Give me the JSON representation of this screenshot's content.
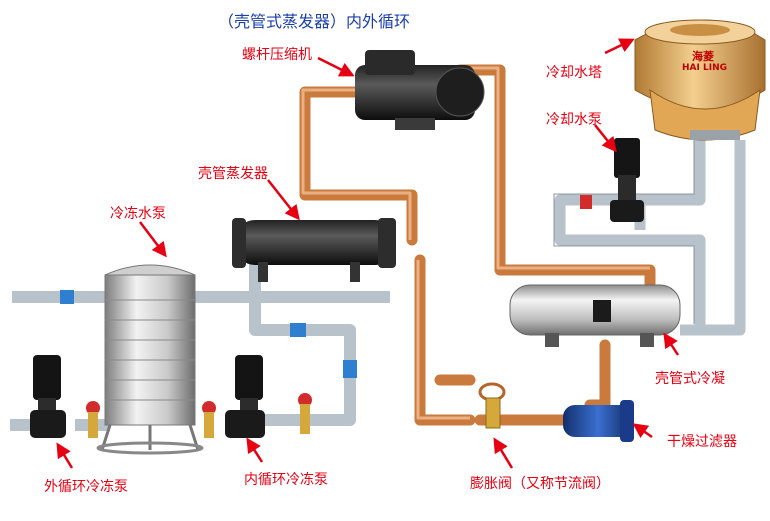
{
  "title": "（壳管式蒸发器）内外循环",
  "labels": {
    "screw_compressor": "螺杆压缩机",
    "cooling_tower": "冷却水塔",
    "cooling_pump": "冷却水泵",
    "shell_evaporator": "壳管蒸发器",
    "chilled_pump": "冷冻水泵",
    "shell_condenser": "壳管式冷凝",
    "dryer_filter": "干燥过滤器",
    "expansion_valve": "膨胀阀（又称节流阀）",
    "outer_pump": "外循环冷冻泵",
    "inner_pump": "内循环冷冻泵"
  },
  "tower_brand": {
    "cn": "海菱",
    "en": "HAI LING"
  },
  "colors": {
    "label": "#e60012",
    "title": "#1a3fa8",
    "copper": "#c97a3c",
    "water_pipe": "#b8c2cb",
    "blue_band": "#2f7fd0",
    "tower": "#e9b86a"
  }
}
